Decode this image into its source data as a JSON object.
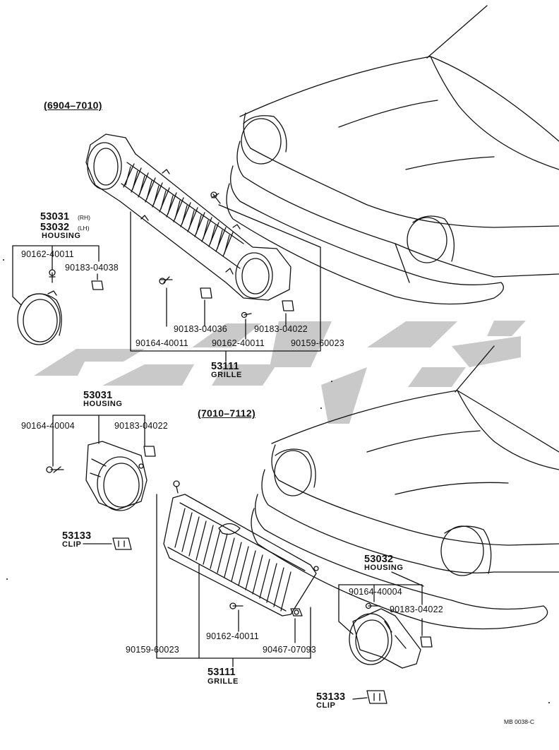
{
  "ranges": {
    "top": "(6904–7010)",
    "bottom": "(7010–7112)"
  },
  "watermark": {
    "text": "سیبوک",
    "color": "#c9c9c9"
  },
  "drawing_code": "MB 0038-C",
  "top_section": {
    "housing": {
      "part_rh": "53031",
      "rh_tag": "(RH)",
      "part_lh": "53032",
      "lh_tag": "(LH)",
      "name": "HOUSING",
      "screw": "90162-40011",
      "nut": "90183-04038"
    },
    "grille": {
      "part": "53111",
      "name": "GRILLE",
      "nut_a": "90183-04036",
      "nut_b": "90183-04022",
      "screw_a": "90164-40011",
      "screw_b": "90162-40011",
      "clip": "90159-60023"
    }
  },
  "bottom_section": {
    "housing_left": {
      "part": "53031",
      "name": "HOUSING",
      "screw": "90164-40004",
      "nut": "90183-04022"
    },
    "clip_left": {
      "part": "53133",
      "name": "CLIP"
    },
    "grille": {
      "part": "53111",
      "name": "GRILLE",
      "clip": "90159-60023",
      "screw": "90162-40011",
      "grommet": "90467-07093"
    },
    "housing_right": {
      "part": "53032",
      "name": "HOUSING",
      "screw": "90164-40004",
      "nut": "90183-04022"
    },
    "clip_right": {
      "part": "53133",
      "name": "CLIP"
    }
  }
}
